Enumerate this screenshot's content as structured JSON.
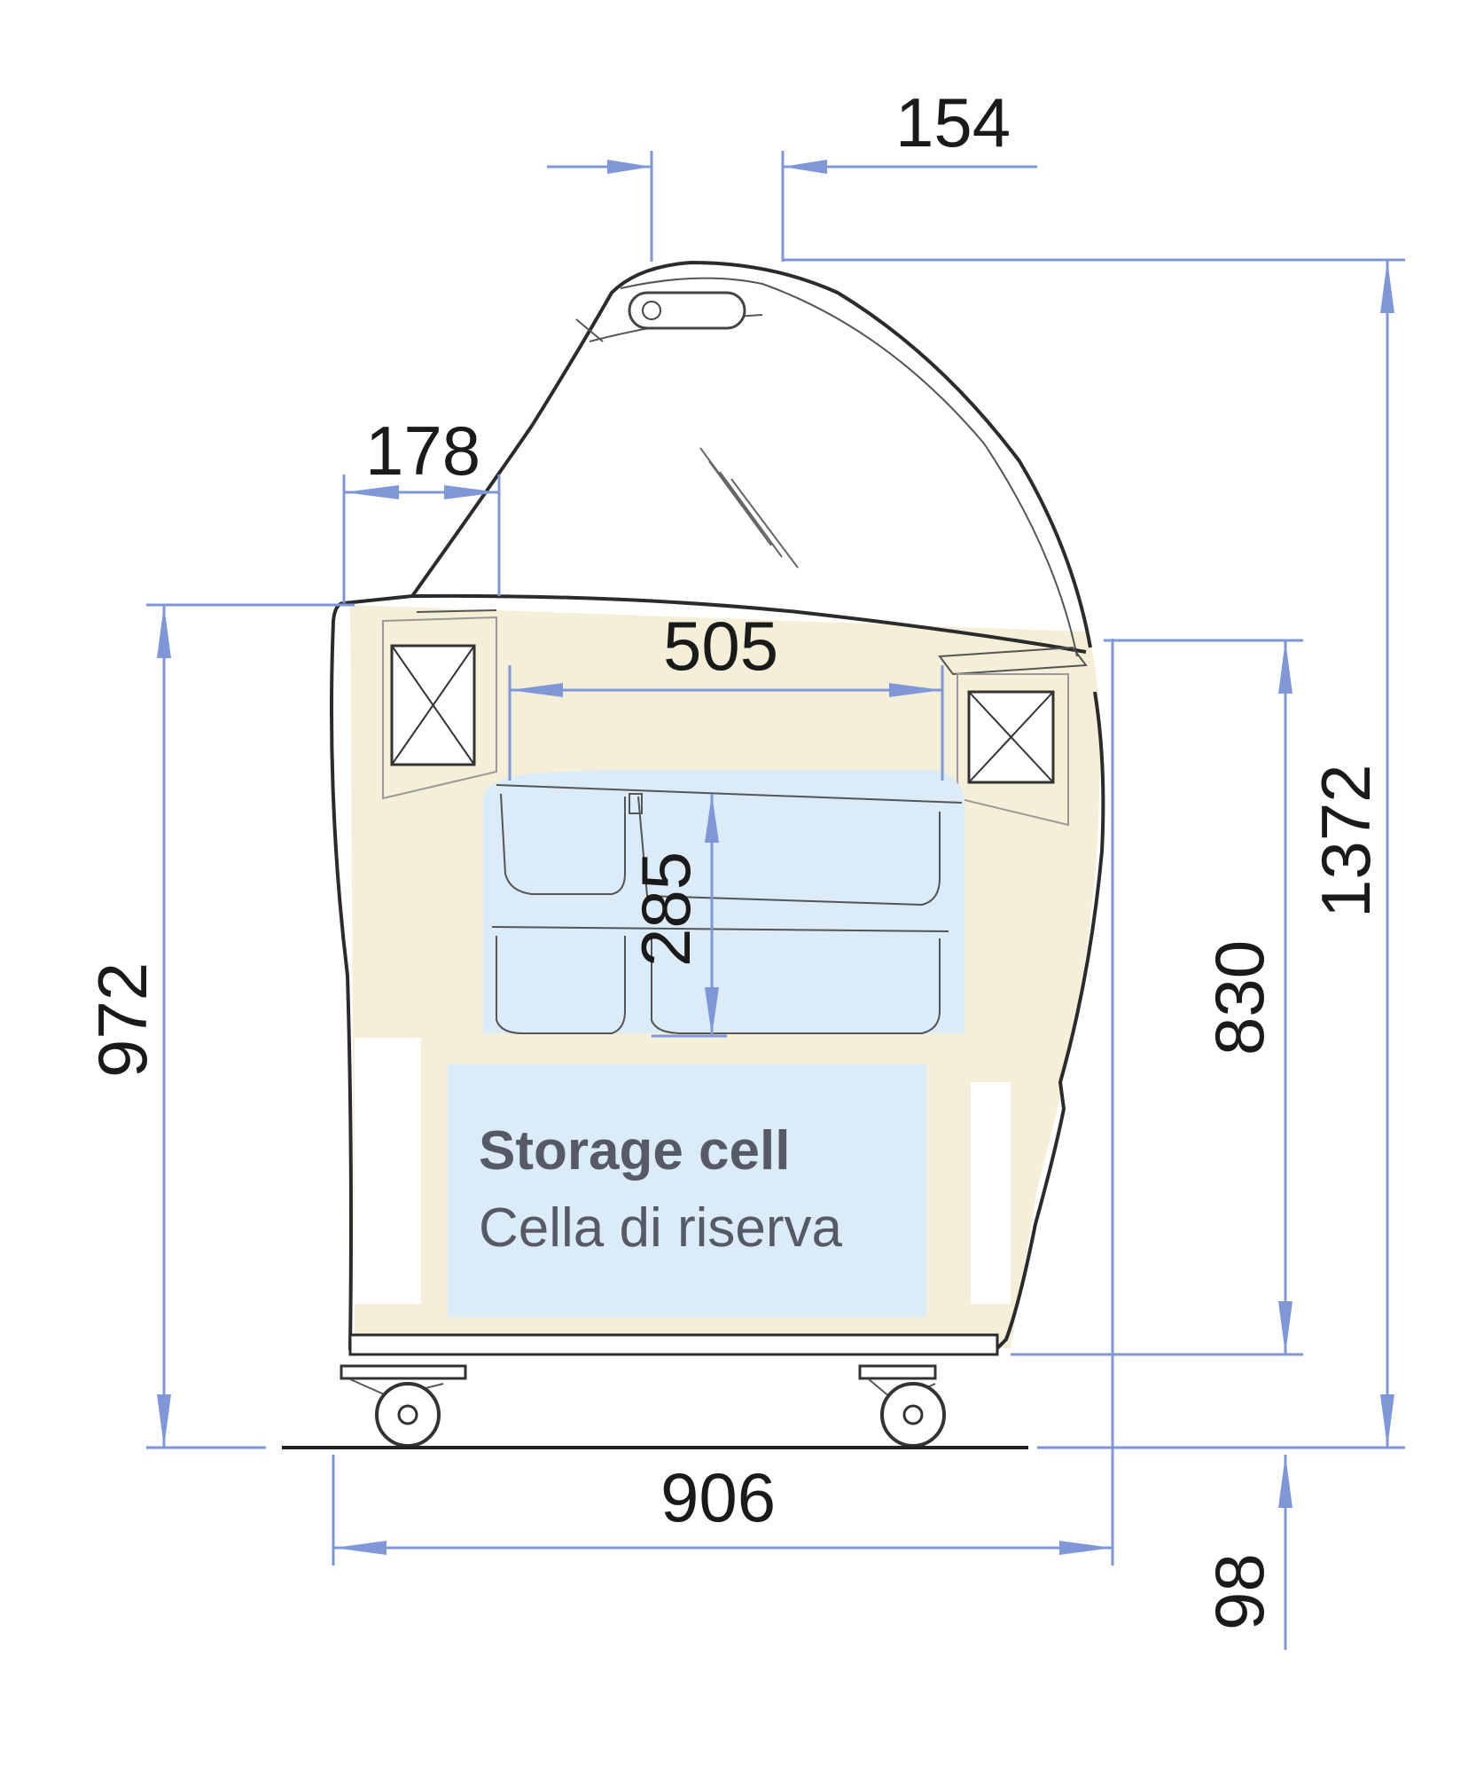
{
  "dimensions": {
    "d154": "154",
    "d178": "178",
    "d505": "505",
    "d285": "285",
    "d972": "972",
    "d830": "830",
    "d1372": "1372",
    "d906": "906",
    "d98": "98"
  },
  "labels": {
    "storage_en": "Storage cell",
    "storage_it": "Cella di riserva"
  },
  "colors": {
    "dimension_line": "#7f97d6",
    "body_fill": "#f5efd9",
    "cell_fill": "#dcebf8"
  }
}
